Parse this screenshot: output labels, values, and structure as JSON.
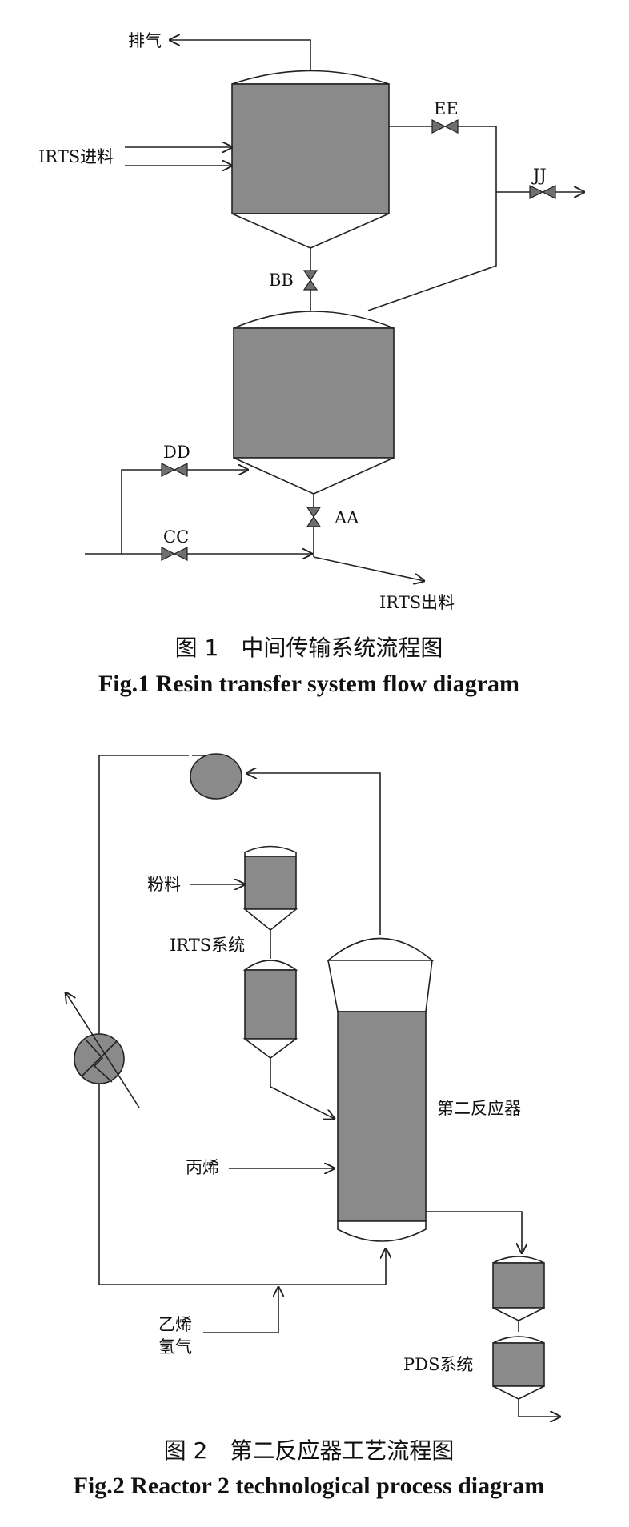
{
  "figure1": {
    "labels": {
      "exhaust": "排气",
      "irts_feed": "IRTS进料",
      "irts_out": "IRTS出料",
      "valve_ee": "EE",
      "valve_jj": "JJ",
      "valve_bb": "BB",
      "valve_dd": "DD",
      "valve_cc": "CC",
      "valve_aa": "AA"
    },
    "caption_cn": "图 1　中间传输系统流程图",
    "caption_en": "Fig.1 Resin transfer system flow diagram"
  },
  "figure2": {
    "labels": {
      "powder": "粉料",
      "irts_system": "IRTS系统",
      "reactor2": "第二反应器",
      "propylene": "丙烯",
      "ethylene": "乙烯",
      "hydrogen": "氢气",
      "pds_system": "PDS系统"
    },
    "caption_cn": "图 2　第二反应器工艺流程图",
    "caption_en": "Fig.2 Reactor 2 technological process diagram"
  }
}
